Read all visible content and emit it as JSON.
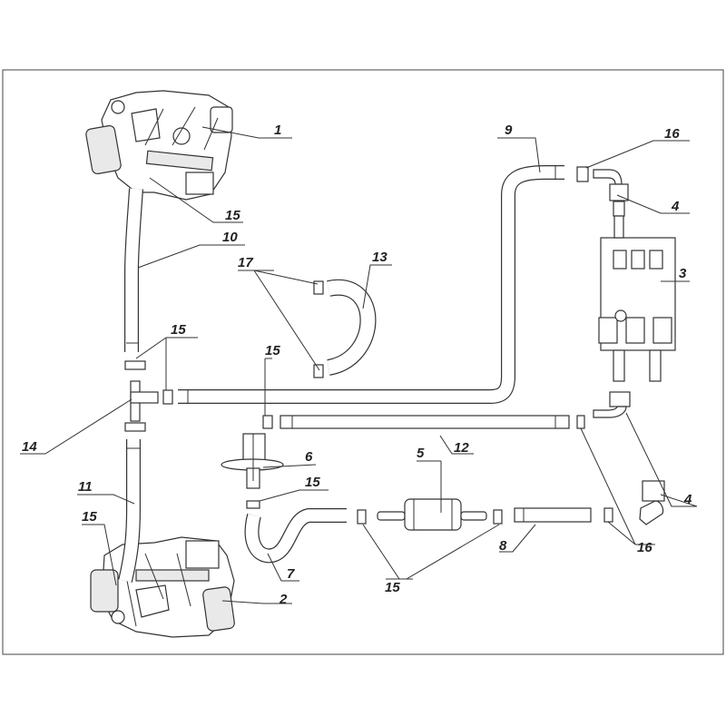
{
  "diagram": {
    "type": "exploded parts diagram",
    "colors": {
      "line": "#333333",
      "fill": "#ffffff",
      "shade": "#e9e9e9"
    },
    "callouts": {
      "c1": "1",
      "c2": "2",
      "c3": "3",
      "c4a": "4",
      "c4b": "4",
      "c5": "5",
      "c6": "6",
      "c7": "7",
      "c8": "8",
      "c9": "9",
      "c10": "10",
      "c11": "11",
      "c12": "12",
      "c13": "13",
      "c14": "14",
      "c15a": "15",
      "c15b": "15",
      "c15c": "15",
      "c15d": "15",
      "c15e": "15",
      "c15f": "15",
      "c16a": "16",
      "c16b": "16",
      "c17": "17"
    }
  }
}
